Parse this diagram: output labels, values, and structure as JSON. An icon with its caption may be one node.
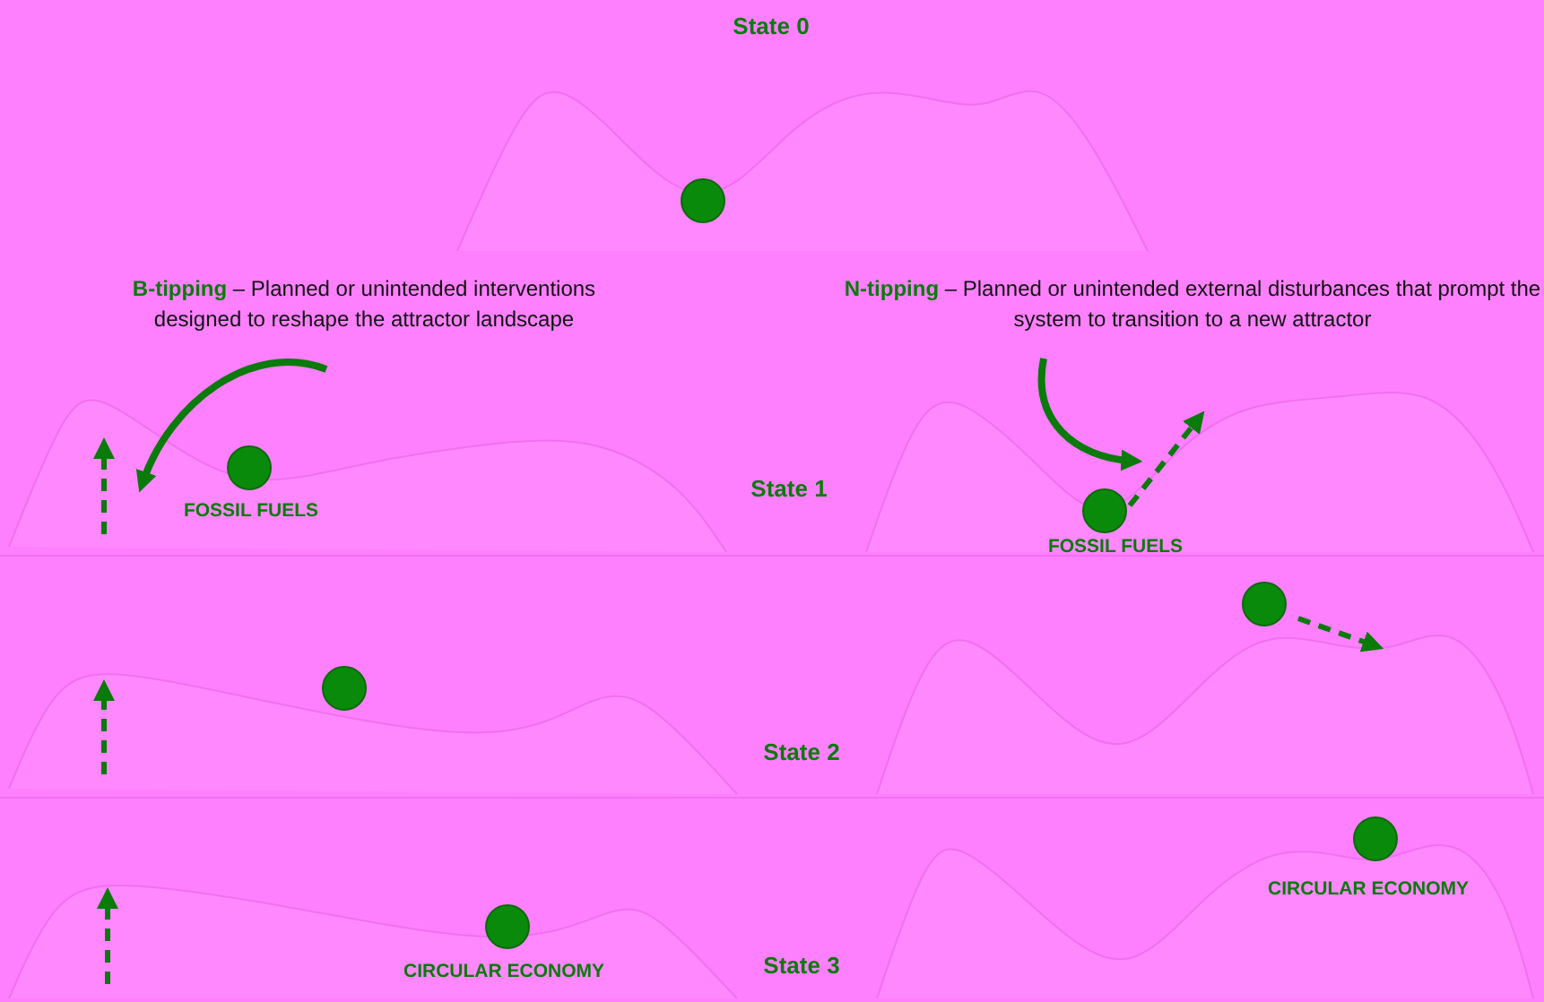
{
  "diagram": {
    "labels": [
      "State 0",
      "**B-tipping** – Planned or unintended interventions designed to reshape the attractor landscape",
      "**N-tipping** – Planned or unintended external disturbances that prompt the system to transition to a new attractor",
      "State 1",
      "FOSSIL FUELS",
      "FOSSIL FUELS",
      "State 2",
      "CIRCULAR ECONOMY",
      "State 3",
      "CIRCULAR ECONOMY"
    ]
  }
}
